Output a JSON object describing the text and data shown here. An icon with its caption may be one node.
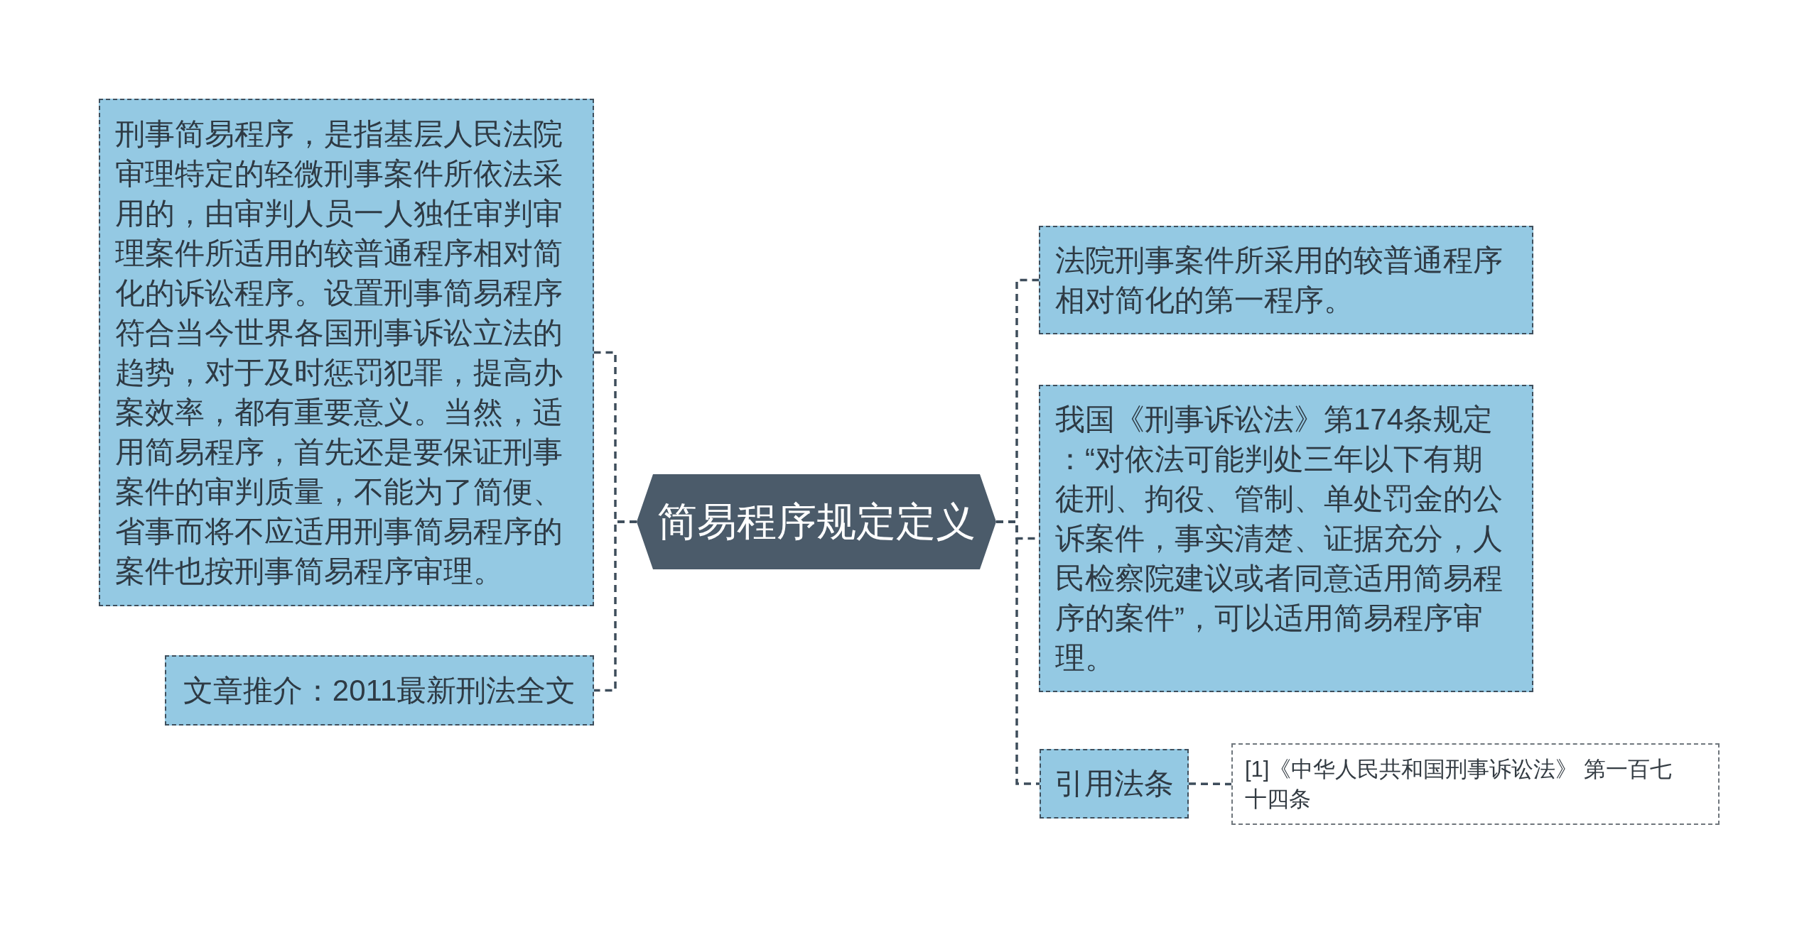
{
  "diagram": {
    "nodes": [
      {
        "text": [
          "简易程序规定定义"
        ]
      },
      {
        "text": [
          "刑事简易程序，是指基层人民法院审理特定的轻微刑事案件所依法采用的，由审判人员一人独任审判审理案件所适用的较普通程序相对简化的诉讼程序。设置刑事简易程序符合当今世界各国刑事诉讼立法的趋势，对于及时惩罚犯罪，提高办案效率，都有重要意义。当然，适用简易程序，首先还是要保证刑事案件的审判质量，不能为了简便、省事而将不应适用刑事简易程序的案件也按刑事简易程序审理。"
        ]
      },
      {
        "text": [
          "文章推介：2011最新刑法全文"
        ]
      },
      {
        "text": [
          "法院刑事案件所采用的较普通程序相对简化的第一程序。"
        ]
      },
      {
        "text": [
          "我国《刑事诉讼法》第174条规定：“对依法可能判处三年以下有期徒刑、拘役、管制、单处罚金的公诉案件，事实清楚、证据充分，人民检察院建议或者同意适用简易程序的案件”，可以适用简易程序审理。"
        ]
      },
      {
        "text": [
          "引用法条"
        ]
      },
      {
        "text": [
          "[1]《中华人民共和国刑事诉讼法》 第一百七十四条"
        ]
      }
    ],
    "edges": [
      {
        "from": 0,
        "to": 1,
        "arrow": "none",
        "style": "dashed"
      },
      {
        "from": 0,
        "to": 2,
        "arrow": "none",
        "style": "dashed"
      },
      {
        "from": 0,
        "to": 3,
        "arrow": "none",
        "style": "dashed"
      },
      {
        "from": 0,
        "to": 4,
        "arrow": "none",
        "style": "dashed"
      },
      {
        "from": 0,
        "to": 5,
        "arrow": "none",
        "style": "dashed"
      },
      {
        "from": 5,
        "to": 6,
        "arrow": "none",
        "style": "dashed"
      }
    ]
  }
}
